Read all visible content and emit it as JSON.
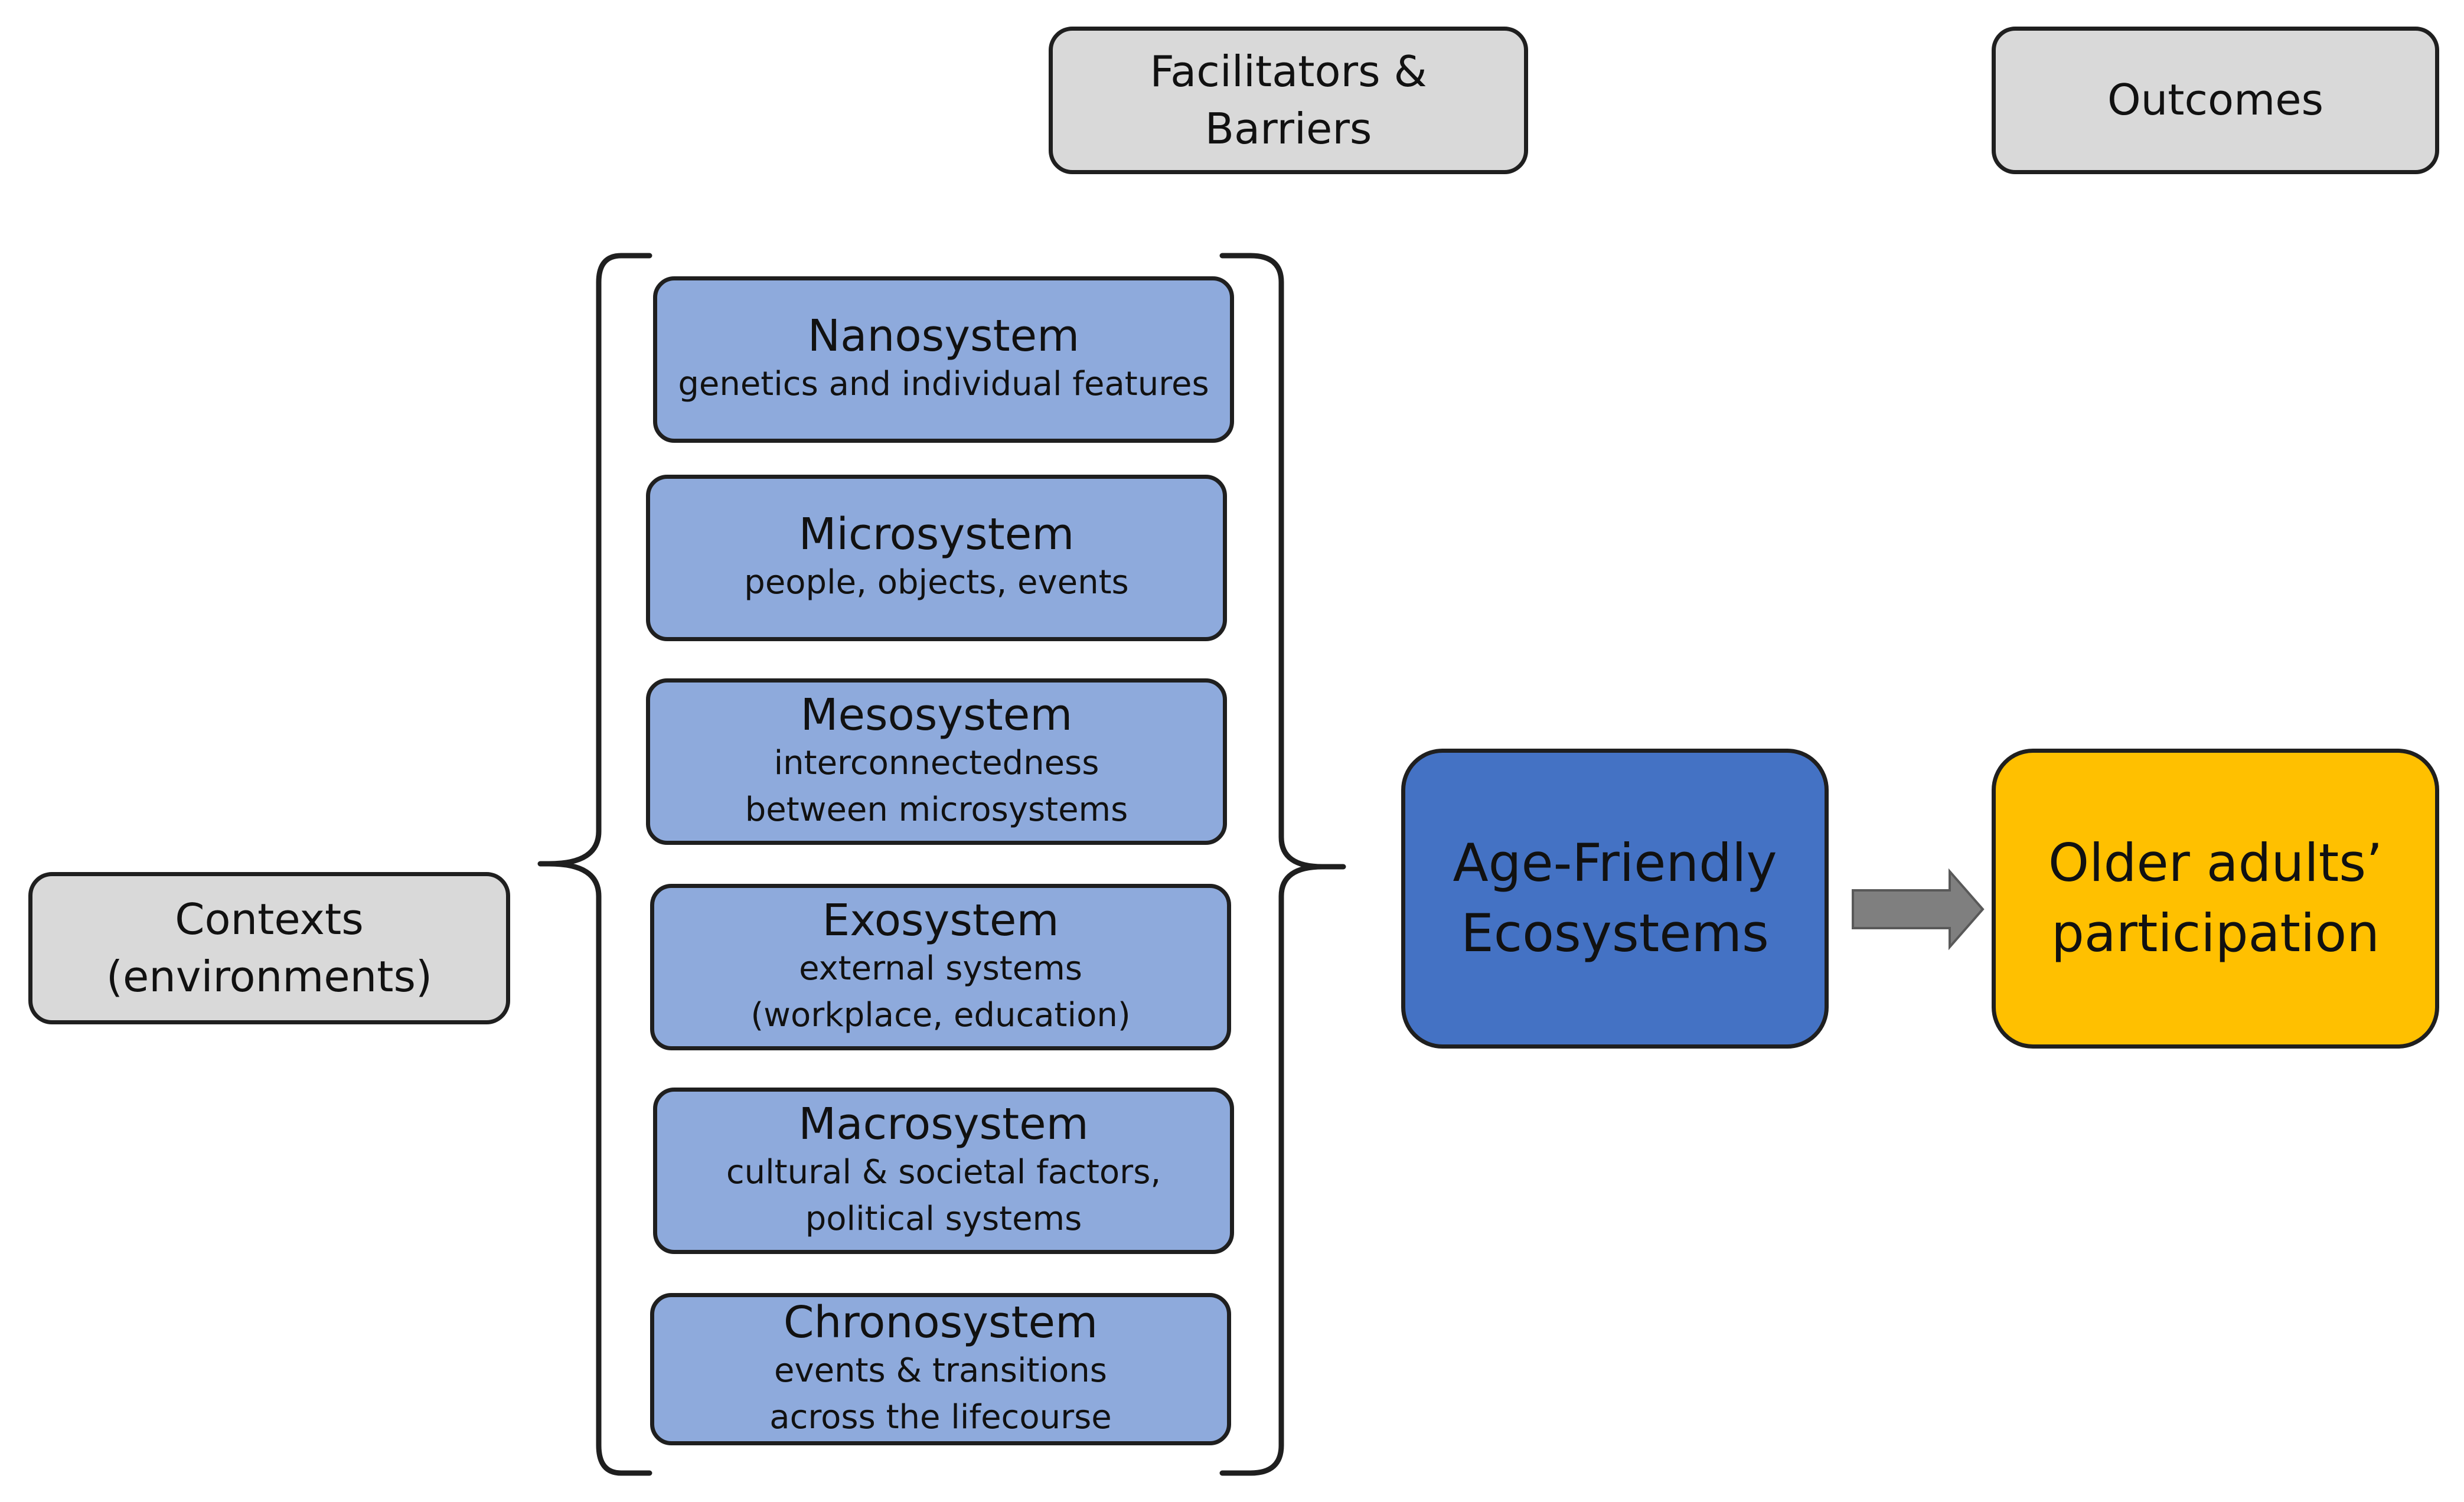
{
  "headers": {
    "facilitators_line1": "Facilitators &",
    "facilitators_line2": "Barriers",
    "outcomes": "Outcomes"
  },
  "contexts": {
    "line1": "Contexts",
    "line2": "(environments)"
  },
  "systems": [
    {
      "name": "Nanosystem",
      "desc1": "genetics and individual features",
      "desc2": ""
    },
    {
      "name": "Microsystem",
      "desc1": "people, objects, events",
      "desc2": ""
    },
    {
      "name": "Mesosystem",
      "desc1": "interconnectedness",
      "desc2": "between microsystems"
    },
    {
      "name": "Exosystem",
      "desc1": "external systems",
      "desc2": "(workplace, education)"
    },
    {
      "name": "Macrosystem",
      "desc1": "cultural & societal factors,",
      "desc2": "political systems"
    },
    {
      "name": "Chronosystem",
      "desc1": "events & transitions",
      "desc2": "across the lifecourse"
    }
  ],
  "hub": {
    "line1": "Age-Friendly",
    "line2": "Ecosystems"
  },
  "outcome": {
    "line1": "Older adults’",
    "line2": "participation"
  },
  "colors": {
    "gray_box": "#d9d9d9",
    "system_box": "#8eaadc",
    "hub_box": "#4472c4",
    "outcome_box": "#ffc000",
    "arrow": "#7f7f7f"
  }
}
